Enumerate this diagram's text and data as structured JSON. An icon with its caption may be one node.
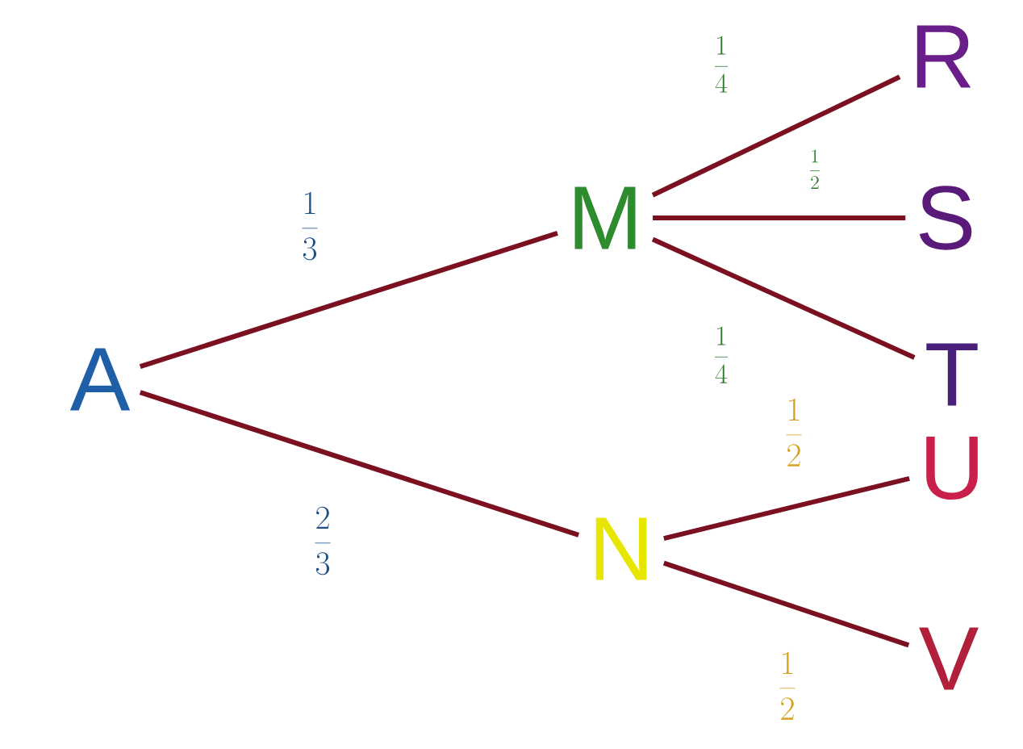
{
  "diagram": {
    "nodes": [
      {
        "text": [
          "A"
        ]
      },
      {
        "text": [
          "M"
        ]
      },
      {
        "text": [
          "N"
        ]
      },
      {
        "text": [
          "R"
        ]
      },
      {
        "text": [
          "S"
        ]
      },
      {
        "text": [
          "T"
        ]
      },
      {
        "text": [
          "U"
        ]
      },
      {
        "text": [
          "V"
        ]
      }
    ],
    "edges": [
      {
        "from": 0,
        "to": 1,
        "arrow": "none",
        "label": "\\frac{1}{3}"
      },
      {
        "from": 0,
        "to": 2,
        "arrow": "none",
        "label": "\\frac{2}{3}"
      },
      {
        "from": 1,
        "to": 3,
        "arrow": "none",
        "label": "\\frac{1}{4}"
      },
      {
        "from": 1,
        "to": 4,
        "arrow": "none",
        "label": "\\frac{1}{2}"
      },
      {
        "from": 1,
        "to": 5,
        "arrow": "none",
        "label": "\\frac{1}{4}"
      },
      {
        "from": 2,
        "to": 6,
        "arrow": "none",
        "label": "\\frac{1}{2}"
      },
      {
        "from": 2,
        "to": 7,
        "arrow": "none",
        "label": "\\frac{1}{2}"
      }
    ]
  }
}
